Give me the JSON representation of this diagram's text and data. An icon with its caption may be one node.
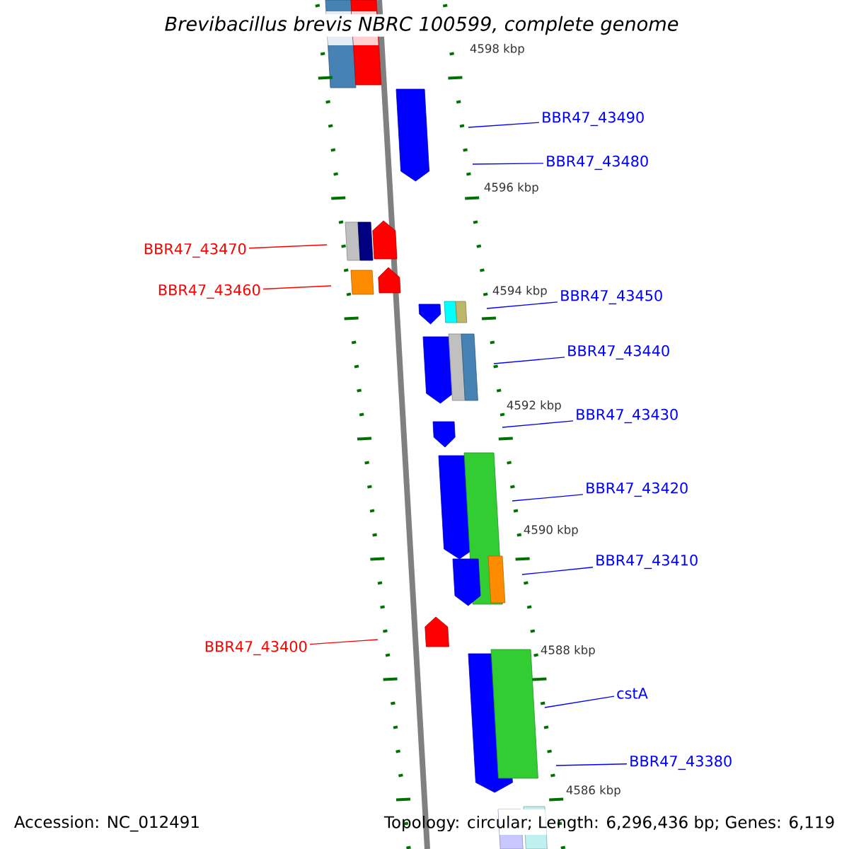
{
  "diagram": {
    "title": "*Brevibacillus brevis NBRC 100599, complete genome*",
    "nodes": [
      {
        "text": [
          "BBR47_43490"
        ]
      },
      {
        "text": [
          "BBR47_43480"
        ]
      },
      {
        "text": [
          "BBR47_43470"
        ]
      },
      {
        "text": [
          "BBR47_43460"
        ]
      },
      {
        "text": [
          "BBR47_43450"
        ]
      },
      {
        "text": [
          "BBR47_43440"
        ]
      },
      {
        "text": [
          "BBR47_43430"
        ]
      },
      {
        "text": [
          "BBR47_43420"
        ]
      },
      {
        "text": [
          "BBR47_43410"
        ]
      },
      {
        "text": [
          "BBR47_43400"
        ]
      },
      {
        "text": [
          "cstA"
        ]
      },
      {
        "text": [
          "BBR47_43380"
        ]
      }
    ],
    "edges": [
      {
        "from": 0,
        "to": null,
        "arrow": "none"
      },
      {
        "from": 1,
        "to": null,
        "arrow": "none"
      },
      {
        "from": 2,
        "to": null,
        "arrow": "none",
        "color": "#ff0000"
      },
      {
        "from": 3,
        "to": null,
        "arrow": "none",
        "color": "#ff0000"
      },
      {
        "from": 4,
        "to": null,
        "arrow": "none"
      },
      {
        "from": 5,
        "to": null,
        "arrow": "none"
      },
      {
        "from": 6,
        "to": null,
        "arrow": "none"
      },
      {
        "from": 7,
        "to": null,
        "arrow": "none"
      },
      {
        "from": 8,
        "to": null,
        "arrow": "none"
      },
      {
        "from": 9,
        "to": null,
        "arrow": "none",
        "color": "#ff0000"
      },
      {
        "from": 10,
        "to": null,
        "arrow": "none"
      },
      {
        "from": 11,
        "to": null,
        "arrow": "none"
      }
    ],
    "labels": [
      "4598 kbp",
      "4596 kbp",
      "4594 kbp",
      "4592 kbp",
      "4590 kbp",
      "4588 kbp",
      "4586 kbp",
      "Accession: NC_012491",
      "Topology: circular; Length: 6,296,436 bp; Genes: 6,119"
    ]
  }
}
